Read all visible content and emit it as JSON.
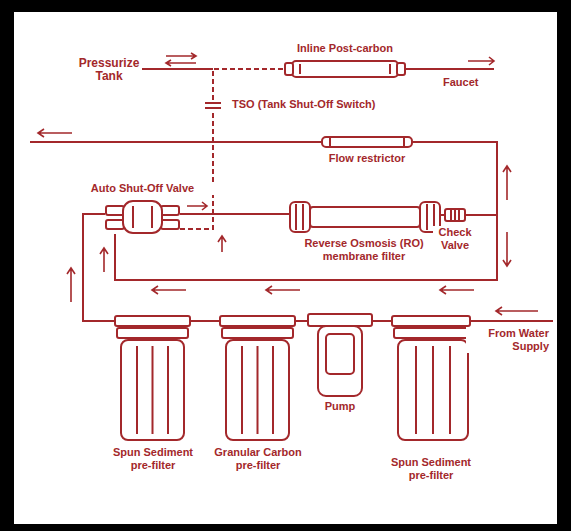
{
  "diagram": {
    "nodes": [
      {
        "text": [
          "Inline Post-carbon"
        ]
      },
      {
        "text": [
          "TSO (Tank Shut-Off Switch)"
        ]
      },
      {
        "text": [
          "Flow restrictor"
        ]
      },
      {
        "text": [
          "Auto Shut-Off Valve"
        ]
      },
      {
        "text": [
          "Reverse Osmosis (RO) membrane filter"
        ]
      },
      {
        "text": [
          "Check Valve"
        ]
      },
      {
        "text": [
          "Spun Sediment pre-filter"
        ]
      },
      {
        "text": [
          "Granular Carbon pre-filter"
        ]
      },
      {
        "text": [
          "Pump"
        ]
      },
      {
        "text": [
          "Spun Sediment pre-filter"
        ]
      }
    ],
    "edges": [
      {
        "from": 9,
        "to": 8,
        "arrow": "none"
      },
      {
        "from": 8,
        "to": 7,
        "arrow": "none"
      },
      {
        "from": 7,
        "to": 6,
        "arrow": "none"
      },
      {
        "from": 6,
        "to": 3,
        "arrow": "none"
      },
      {
        "from": 3,
        "to": 4,
        "arrow": "none"
      },
      {
        "from": 4,
        "to": 5,
        "arrow": "none"
      },
      {
        "from": 5,
        "to": 2,
        "arrow": "none"
      },
      {
        "from": 5,
        "to": 3,
        "arrow": "none"
      },
      {
        "from": 3,
        "to": 1,
        "arrow": "none"
      },
      {
        "from": 1,
        "to": 0,
        "arrow": "none"
      }
    ],
    "labels": [
      "Pressurize Tank",
      "Faucet",
      "From Water Supply"
    ]
  }
}
